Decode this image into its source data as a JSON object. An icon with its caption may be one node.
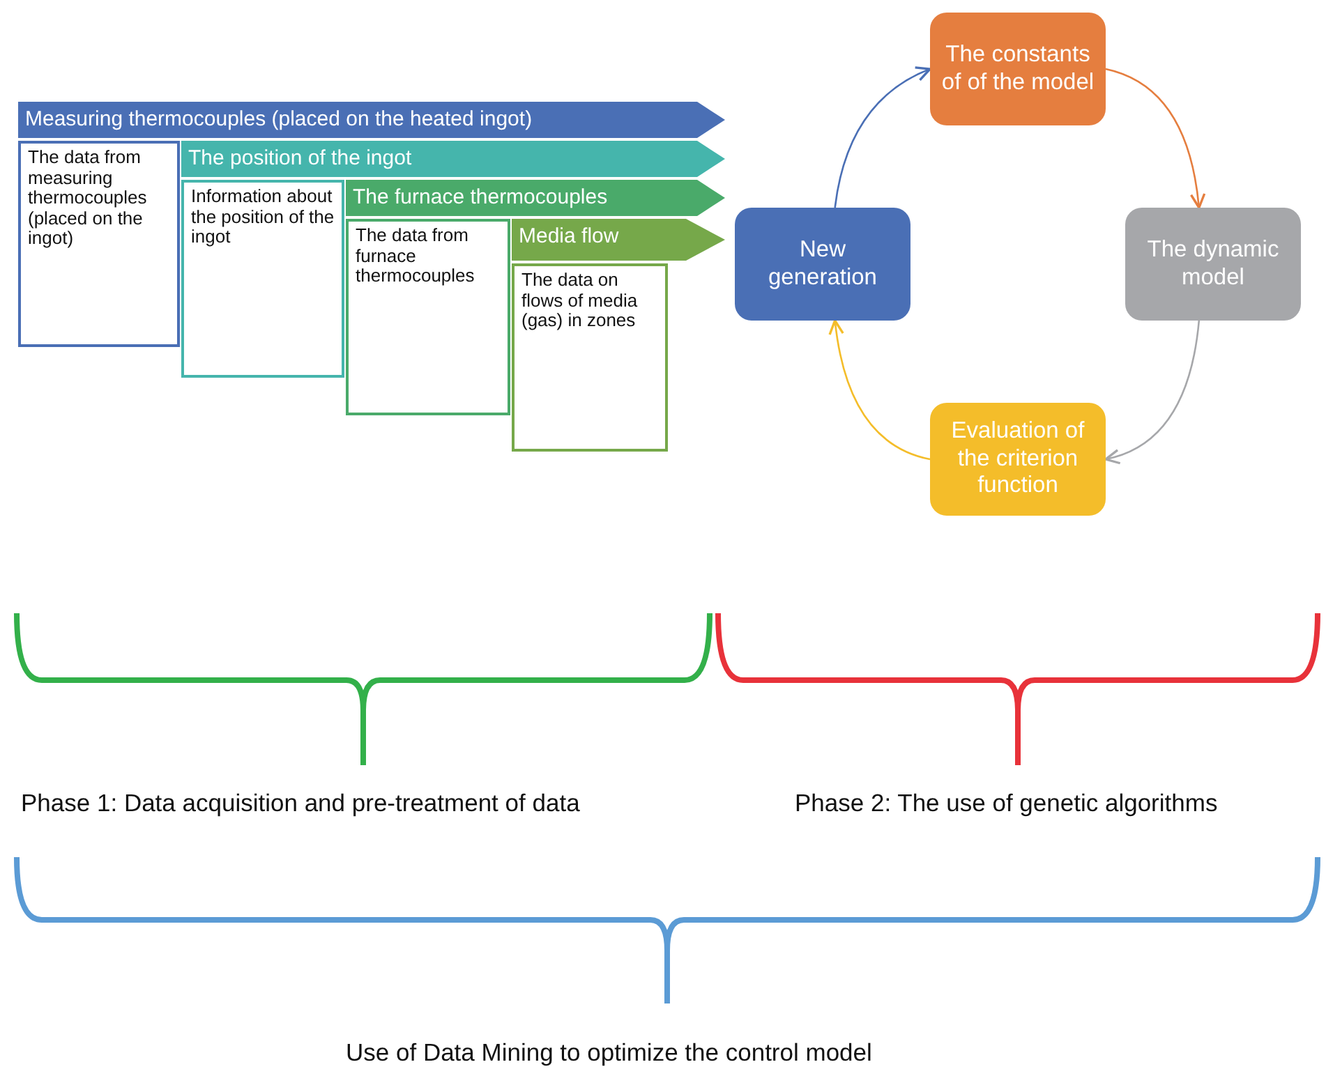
{
  "diagram": {
    "nodes": [
      {
        "text": [
          "Measuring thermocouples (placed on the heated ingot)"
        ]
      },
      {
        "text": [
          "The data from measuring thermocouples (placed on the ingot)"
        ]
      },
      {
        "text": [
          "The position of the ingot"
        ]
      },
      {
        "text": [
          "Information about the position of the ingot"
        ]
      },
      {
        "text": [
          "The furnace thermocouples"
        ]
      },
      {
        "text": [
          "The data from furnace thermocouples"
        ]
      },
      {
        "text": [
          "Media flow"
        ]
      },
      {
        "text": [
          "The data on flows of media (gas) in zones"
        ]
      },
      {
        "text": [
          "The constants of of the model"
        ]
      },
      {
        "text": [
          "New generation"
        ]
      },
      {
        "text": [
          "The dynamic model"
        ]
      },
      {
        "text": [
          "Evaluation of the criterion function"
        ]
      }
    ],
    "edges": [
      {
        "from": 9,
        "to": 8,
        "arrow": "to",
        "color": "#4a6fb5"
      },
      {
        "from": 8,
        "to": 10,
        "arrow": "to",
        "color": "#e57e3f"
      },
      {
        "from": 10,
        "to": 11,
        "arrow": "to",
        "color": "#a6a7aa"
      },
      {
        "from": 11,
        "to": 9,
        "arrow": "to",
        "color": "#f4bd2a"
      }
    ],
    "labels": [
      "Phase 1: Data acquisition and pre-treatment of data",
      "Phase 2: The use of genetic algorithms",
      "Use of Data Mining to optimize the control model"
    ]
  }
}
